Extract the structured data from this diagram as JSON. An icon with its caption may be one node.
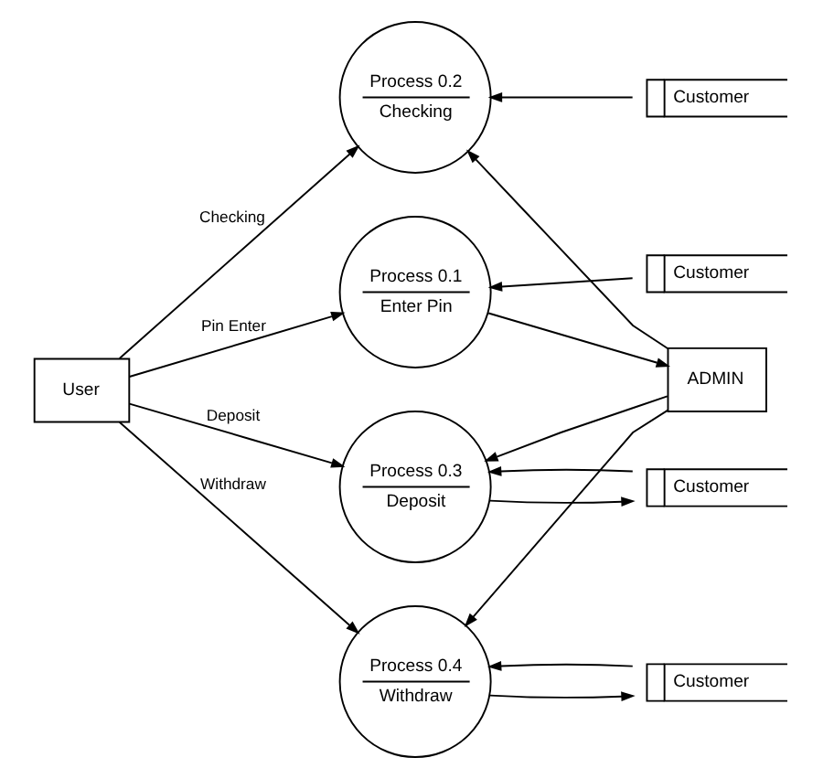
{
  "diagram": {
    "nodes": [
      {
        "text": [
          "User"
        ]
      },
      {
        "text": [
          "Process 0.1",
          "Enter Pin"
        ]
      },
      {
        "text": [
          "Customer"
        ]
      },
      {
        "text": [
          "Process 0.2",
          "Checking"
        ]
      },
      {
        "text": [
          "Customer"
        ]
      },
      {
        "text": [
          "Process 0.3",
          "Deposit"
        ]
      },
      {
        "text": [
          "Customer"
        ]
      },
      {
        "text": [
          "Process 0.4",
          "Withdraw"
        ]
      },
      {
        "text": [
          "Customer"
        ]
      },
      {
        "text": [
          "ADMIN"
        ]
      }
    ],
    "edges": [
      {
        "from": 0,
        "to": 1,
        "arrow": "to",
        "label": "Pin Enter"
      },
      {
        "from": 0,
        "to": 3,
        "arrow": "to",
        "label": "Checking"
      },
      {
        "from": 0,
        "to": 5,
        "arrow": "to",
        "label": "Deposit"
      },
      {
        "from": 0,
        "to": 7,
        "arrow": "to",
        "label": "Withdraw"
      },
      {
        "from": 1,
        "to": 9,
        "arrow": "to"
      },
      {
        "from": 9,
        "to": 3,
        "arrow": "to"
      },
      {
        "from": 9,
        "to": 5,
        "arrow": "to"
      },
      {
        "from": 9,
        "to": 7,
        "arrow": "to"
      },
      {
        "from": 2,
        "to": 1,
        "arrow": "to"
      },
      {
        "from": 4,
        "to": 3,
        "arrow": "to"
      },
      {
        "from": 6,
        "to": 5,
        "arrow": "to"
      },
      {
        "from": 5,
        "to": 6,
        "arrow": "to"
      },
      {
        "from": 8,
        "to": 7,
        "arrow": "to"
      },
      {
        "from": 7,
        "to": 8,
        "arrow": "to"
      }
    ]
  }
}
